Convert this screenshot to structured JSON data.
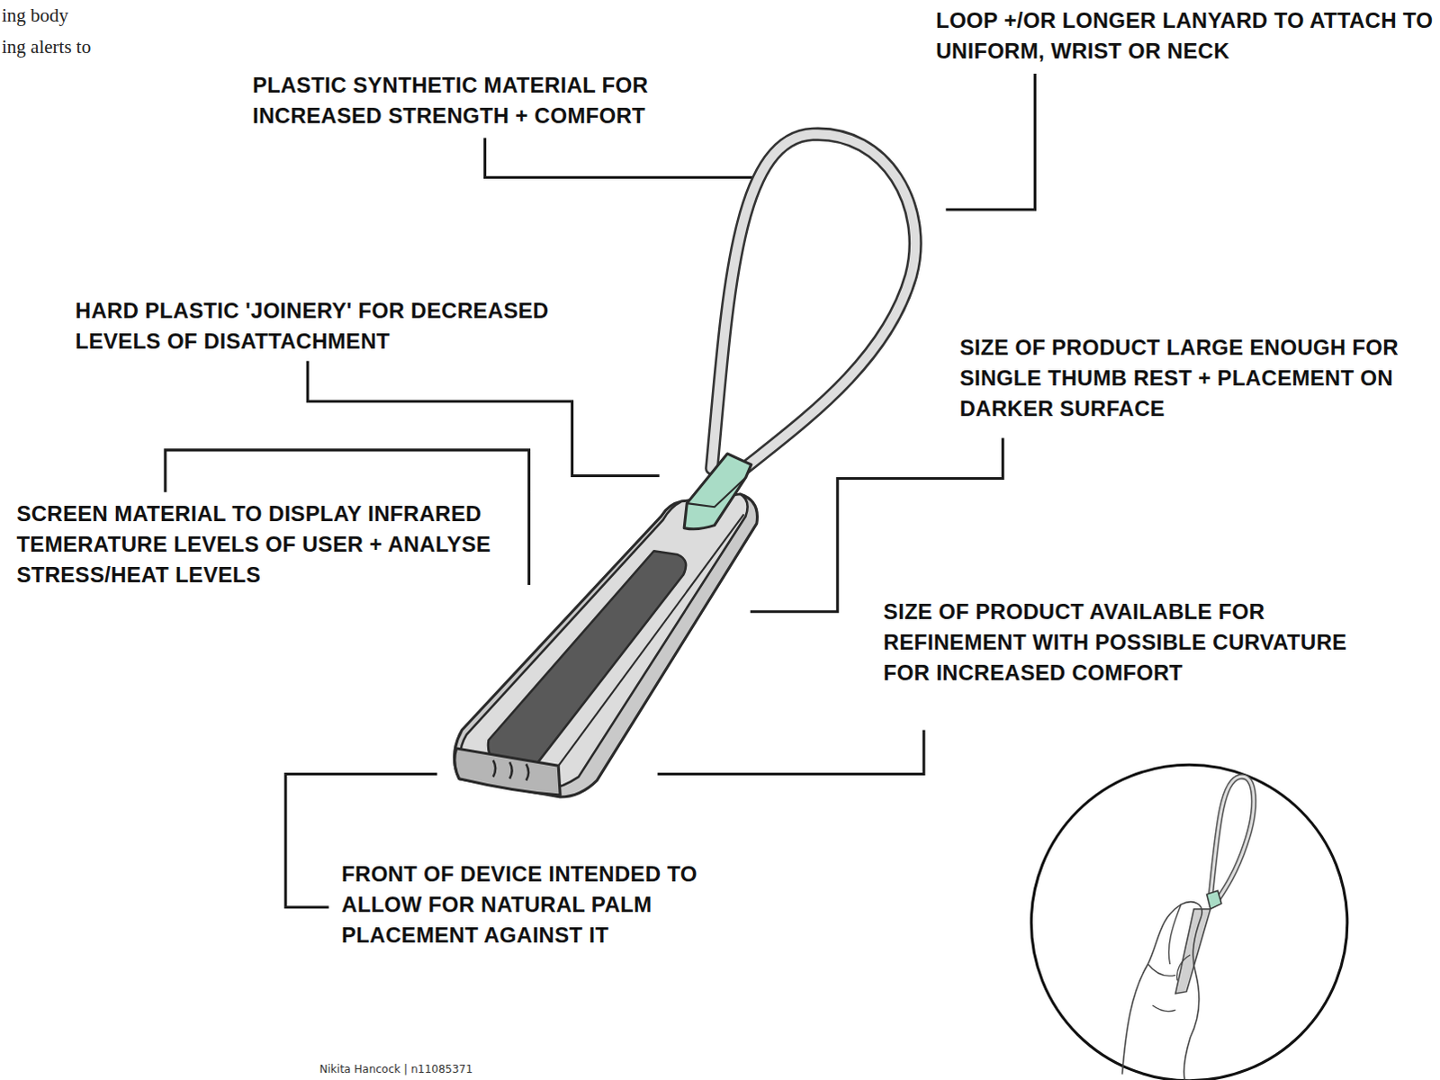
{
  "diagram": {
    "labels": [
      "ing body",
      "ing alerts to",
      "LOOP +/OR LONGER LANYARD TO ATTACH TO UNIFORM, WRIST OR NECK",
      "PLASTIC SYNTHETIC MATERIAL FOR INCREASED STRENGTH + COMFORT",
      "HARD PLASTIC 'JOINERY' FOR DECREASED LEVELS OF DISATTACHMENT",
      "SIZE OF PRODUCT LARGE ENOUGH FOR SINGLE THUMB REST + PLACEMENT ON DARKER SURFACE",
      "SCREEN MATERIAL TO DISPLAY INFRARED TEMERATURE LEVELS OF USER + ANALYSE STRESS/HEAT LEVELS",
      "SIZE OF PRODUCT AVAILABLE FOR REFINEMENT WITH POSSIBLE CURVATURE FOR INCREASED COMFORT",
      "FRONT OF DEVICE INTENDED TO ALLOW FOR NATURAL PALM PLACEMENT AGAINST IT",
      "Nikita Hancock | n11085371"
    ]
  }
}
